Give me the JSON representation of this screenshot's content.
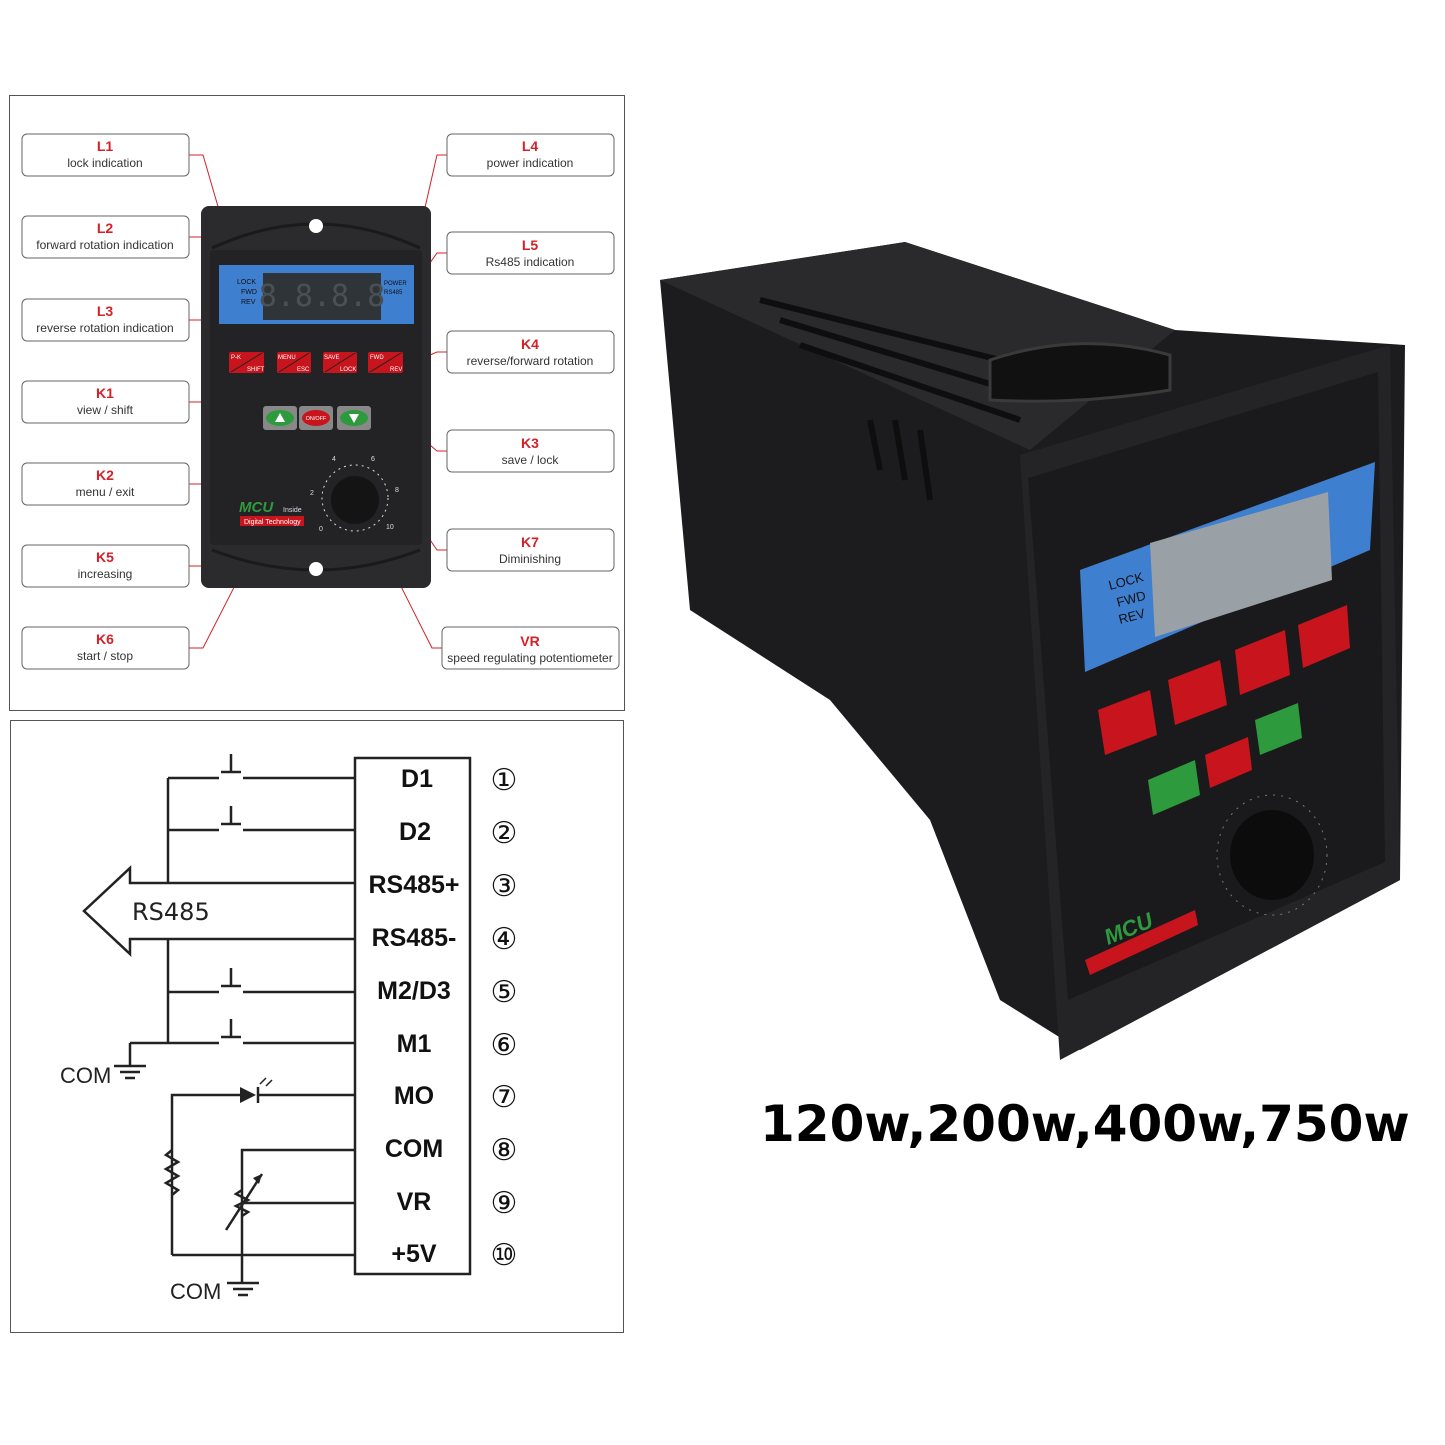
{
  "callouts": {
    "left": [
      {
        "code": "L1",
        "desc": "lock indication"
      },
      {
        "code": "L2",
        "desc": "forward rotation indication"
      },
      {
        "code": "L3",
        "desc": "reverse rotation indication"
      },
      {
        "code": "K1",
        "desc": "view / shift"
      },
      {
        "code": "K2",
        "desc": "menu / exit"
      },
      {
        "code": "K5",
        "desc": "increasing"
      },
      {
        "code": "K6",
        "desc": "start / stop"
      }
    ],
    "right": [
      {
        "code": "L4",
        "desc": "power indication"
      },
      {
        "code": "L5",
        "desc": "Rs485 indication"
      },
      {
        "code": "K4",
        "desc": "reverse/forward rotation"
      },
      {
        "code": "K3",
        "desc": "save / lock"
      },
      {
        "code": "K7",
        "desc": "Diminishing"
      },
      {
        "code": "VR",
        "desc": "speed regulating potentiometer"
      }
    ]
  },
  "panel": {
    "indicators_left": [
      "LOCK",
      "FWD",
      "REV"
    ],
    "indicators_right": [
      "POWER",
      "RS485"
    ],
    "display": "8.8.8.8",
    "keys": [
      {
        "top": "P-K",
        "bottom": "SHIFT"
      },
      {
        "top": "MENU",
        "bottom": "ESC"
      },
      {
        "top": "SAVE",
        "bottom": "LOCK"
      },
      {
        "top": "FWD",
        "bottom": "REV"
      }
    ],
    "onoff": "ON/OFF",
    "dial_ticks": [
      "0",
      "2",
      "4",
      "6",
      "8",
      "10"
    ],
    "brand": "MCU",
    "brand_suffix": "Inside",
    "brand_tag": "Digital Technology"
  },
  "wiring": {
    "terminals": [
      {
        "label": "D1",
        "num": "①"
      },
      {
        "label": "D2",
        "num": "②"
      },
      {
        "label": "RS485+",
        "num": "③"
      },
      {
        "label": "RS485-",
        "num": "④"
      },
      {
        "label": "M2/D3",
        "num": "⑤"
      },
      {
        "label": "M1",
        "num": "⑥"
      },
      {
        "label": "MO",
        "num": "⑦"
      },
      {
        "label": "COM",
        "num": "⑧"
      },
      {
        "label": "VR",
        "num": "⑨"
      },
      {
        "label": "+5V",
        "num": "⑩"
      }
    ],
    "bus_label": "RS485",
    "ground_label_1": "COM",
    "ground_label_2": "COM"
  },
  "caption": "120w,200w,400w,750w",
  "colors": {
    "accent_red": "#d42027",
    "display_blue": "#3f7fd0",
    "key_red": "#c8141c",
    "key_green": "#2e9a3e"
  }
}
